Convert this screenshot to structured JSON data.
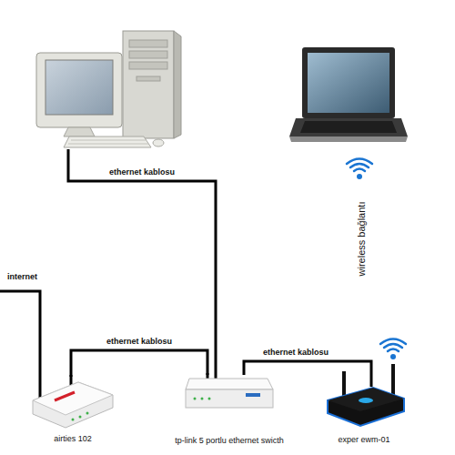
{
  "diagram": {
    "nodes": [
      {
        "text": [
          "airties 102"
        ]
      },
      {
        "text": [
          "tp-link 5 portlu ethernet swicth"
        ]
      },
      {
        "text": [
          "exper ewm-01"
        ]
      }
    ],
    "edges": [
      {
        "from": 0,
        "to": 1,
        "label": "ethernet kablosu",
        "arrow": "none"
      },
      {
        "from": 1,
        "to": 2,
        "label": "ethernet kablosu",
        "arrow": "none"
      }
    ],
    "labels": [
      "ethernet kablosu",
      "internet",
      "wireless bağlantı"
    ]
  }
}
